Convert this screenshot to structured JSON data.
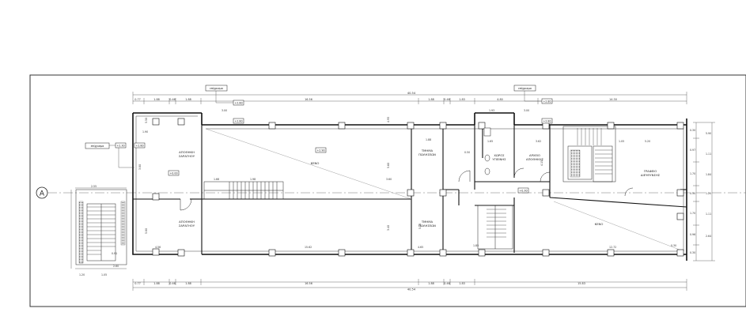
{
  "axis_label": "A",
  "elevation_tags": [
    "επίχρισμα",
    "επίχρισμα",
    "επίχρισμα"
  ],
  "levels": [
    "+2.30",
    "+2.80",
    "+2.80",
    "+2.80",
    "+2.90",
    "+0.00",
    "+2.80",
    "+2.80",
    "+0.30"
  ],
  "rooms": {
    "storage_top": [
      "ΑΠΟΘΗΚΗ",
      "ΣΑΡΑΓΗΟΥ"
    ],
    "storage_bottom": [
      "ΑΠΟΘΗΚΗ",
      "ΣΑΡΑΓΗΟΥ"
    ],
    "void_1": "ΚΕΝΟ",
    "sales_top": [
      "ΤΜΗΜΑ",
      "ΠΩΛΗΣΕΩΝ"
    ],
    "sales_bottom": [
      "ΤΜΗΜΑ",
      "ΠΩΛΗΣΕΩΝ"
    ],
    "wc": [
      "ΧΩΡΟΣ",
      "ΥΓΙΕΙΝΗΣ"
    ],
    "archive": [
      "ΑΡΧΕΙΟ",
      "ΑΠΟΘΗΚΗΣ"
    ],
    "void_2": "ΚΕΝΟ",
    "office": [
      "ΓΡΑΦΕΙΟ",
      "ΔΙΕΥΘΥΝΣΗΣ"
    ]
  },
  "dimensions": {
    "top_total": "40.54",
    "top_chain": [
      "0.77",
      "1.88",
      "0.46",
      "1.88",
      "16.56",
      "1.88",
      "0.46",
      "1.83",
      "4.80",
      "14.30"
    ],
    "bottom_chain": [
      "0.77",
      "1.88",
      "0.46",
      "1.88",
      "16.56",
      "1.88",
      "0.46",
      "1.83",
      "15.83"
    ],
    "bottom_total": "40.54",
    "inner_top": [
      "3.00",
      "1.93",
      "3.00"
    ],
    "inner_mid": [
      "1.66",
      "1.98",
      "3.60"
    ],
    "inner_bottom": [
      "4.56",
      "15.62",
      "4.65",
      "12.72"
    ],
    "right_chain": [
      "0.30",
      "0.97",
      "1.70",
      "0.30",
      "1.70",
      "0.96",
      "0.30"
    ],
    "right_chain_b": [
      "5.90",
      "1.11",
      "1.84",
      "1.20",
      "1.11",
      "2.64"
    ],
    "left_stair": [
      "2.55",
      "0.91",
      "2.60",
      "1.20",
      "1.05"
    ],
    "vertical": [
      "5.50",
      "3.80",
      "5.80",
      "4.95",
      "5.60",
      "3.40",
      "5.40",
      "4.15"
    ],
    "small": [
      "1.90",
      "1.88",
      "5.20",
      "1.65",
      "3.62",
      "0.30",
      "1.05",
      "1.85",
      "0.50"
    ]
  }
}
